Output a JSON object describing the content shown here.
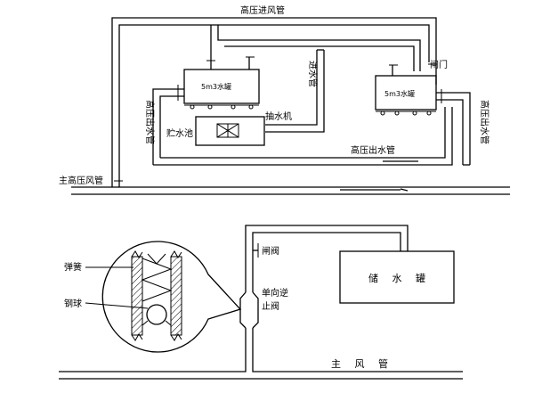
{
  "top_diagram": {
    "hp_inlet_air_pipe": "高压进风管",
    "tank_left": "5m3水罐",
    "tank_right": "5m3水罐",
    "valve": "闸门",
    "water_inlet_pipe": "进水管",
    "pump": "抽水机",
    "sump": "贮水池",
    "hp_outlet_pipe_left": "高压出水管",
    "hp_outlet_pipe_right": "高压出水管",
    "hp_outlet_pipe_bottom": "高压出水管",
    "main_hp_air_pipe": "主高压风管"
  },
  "bottom_diagram": {
    "spring": "弹簧",
    "steel_ball": "钢球",
    "gate_valve": "闸阀",
    "check_valve_line1": "单向逆",
    "check_valve_line2": "止阀",
    "water_storage_tank": "储 水 罐",
    "main_air_pipe": "主 风 管"
  }
}
